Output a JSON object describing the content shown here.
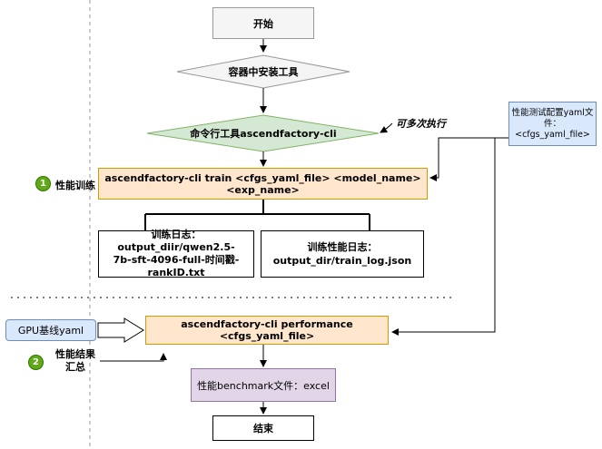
{
  "flow": {
    "start": "开始",
    "install": "容器中安装工具",
    "cli": "命令行工具ascendfactory-cli",
    "repeat_note": "可多次执行",
    "train_cmd_line1": "ascendfactory-cli train <cfgs_yaml_file> <model_name>",
    "train_cmd_line2": "<exp_name>",
    "train_log_line1": "训练日志：output_diir/qwen2.5-",
    "train_log_line2": "7b-sft-4096-full-时间戳-",
    "train_log_line3": "rankID.txt",
    "perf_log_line1": "训练性能日志：",
    "perf_log_line2": "output_dir/train_log.json",
    "config_line1": "性能测试配置yaml文",
    "config_line2": "件：",
    "config_line3": "<cfgs_yaml_file>",
    "gpu_baseline": "GPU基线yaml",
    "perf_cmd": "ascendfactory-cli performance <cfgs_yaml_file>",
    "excel": "性能benchmark文件：excel",
    "end": "结束"
  },
  "steps": [
    {
      "number": "1",
      "label": "性能训练"
    },
    {
      "number": "2",
      "label_line1": "性能结果",
      "label_line2": "汇总"
    }
  ],
  "colors": {
    "gray_fill": "#f5f5f5",
    "green_fill": "#d5e8d4",
    "orange_fill": "#ffe6cc",
    "orange_stroke": "#d79b00",
    "purple_fill": "#e1d5e7",
    "blue_fill": "#dae8fc",
    "blue_stroke": "#6c8ebf",
    "badge_green": "#60a917"
  }
}
